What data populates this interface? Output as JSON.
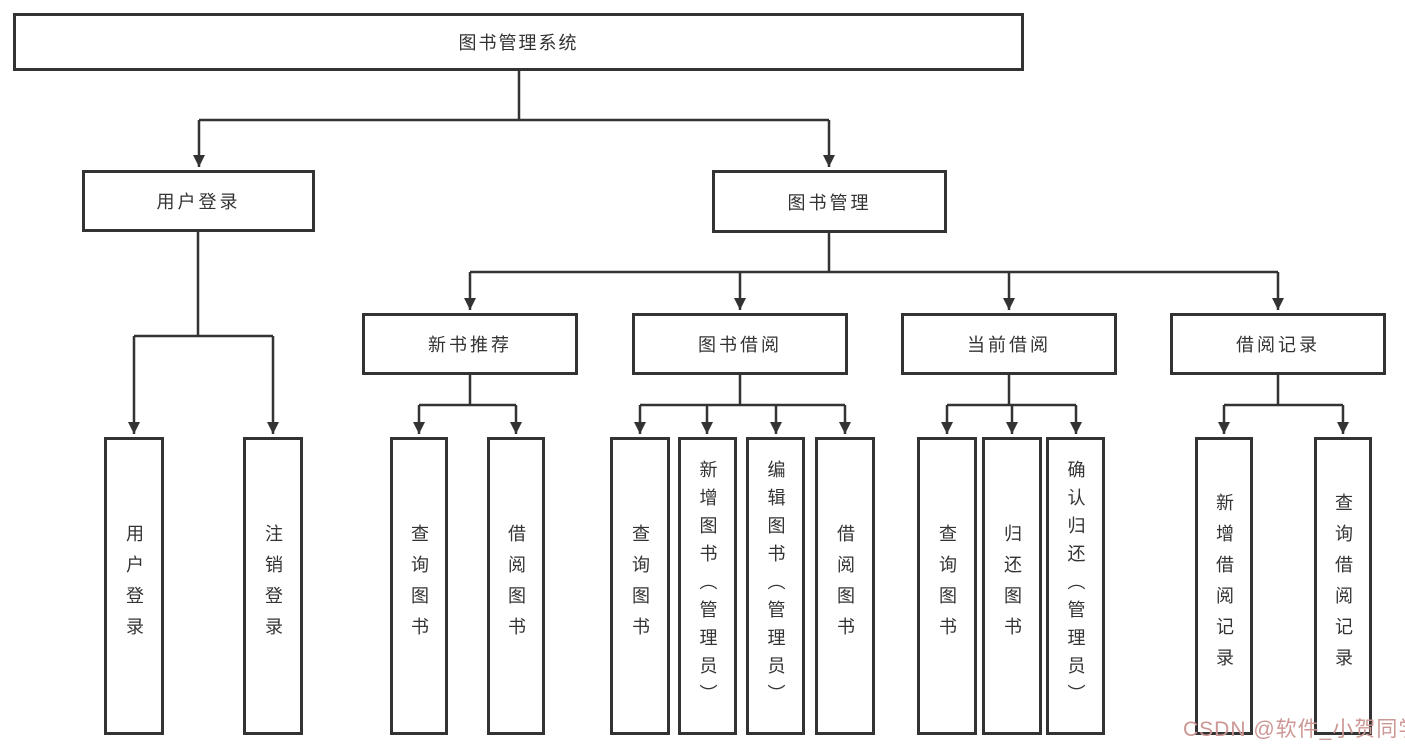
{
  "diagram": {
    "root": {
      "label": "图书管理系统"
    },
    "branches": [
      {
        "label": "用户登录",
        "children": [
          {
            "label": "用户登录"
          },
          {
            "label": "注销登录"
          }
        ]
      },
      {
        "label": "图书管理",
        "children": [
          {
            "label": "新书推荐",
            "children": [
              {
                "label": "查询图书"
              },
              {
                "label": "借阅图书"
              }
            ]
          },
          {
            "label": "图书借阅",
            "children": [
              {
                "label": "查询图书"
              },
              {
                "label": "新增图书（管理员）"
              },
              {
                "label": "编辑图书（管理员）"
              },
              {
                "label": "借阅图书"
              }
            ]
          },
          {
            "label": "当前借阅",
            "children": [
              {
                "label": "查询图书"
              },
              {
                "label": "归还图书"
              },
              {
                "label": "确认归还（管理员）"
              }
            ]
          },
          {
            "label": "借阅记录",
            "children": [
              {
                "label": "新增借阅记录"
              },
              {
                "label": "查询借阅记录"
              }
            ]
          }
        ]
      }
    ]
  },
  "watermark": {
    "text": "CSDN @软件_小贺同学",
    "color": "#cc9795"
  },
  "colors": {
    "line": "#333333",
    "border": "#333333",
    "text": "#333333",
    "background": "#ffffff"
  }
}
